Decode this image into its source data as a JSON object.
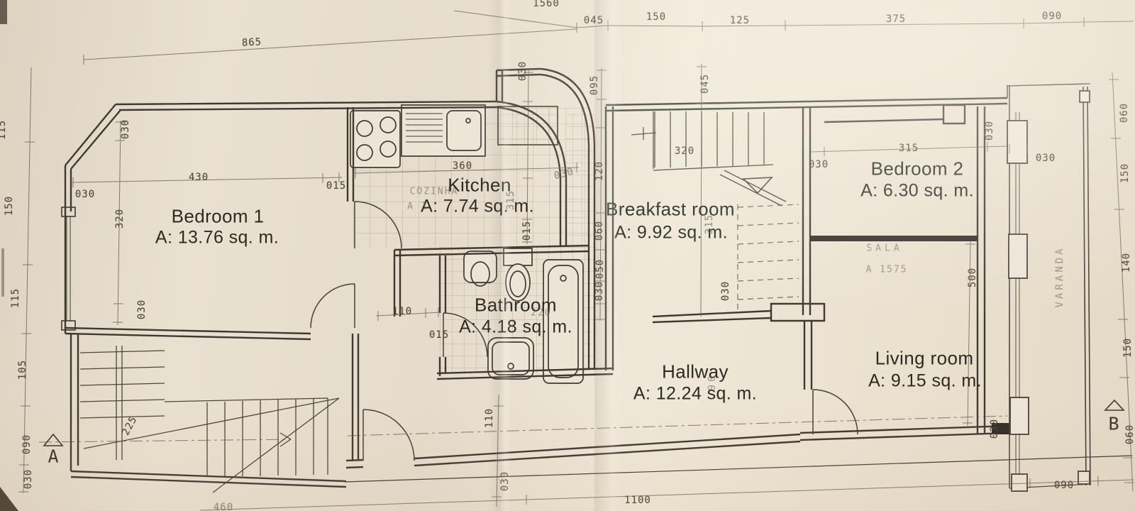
{
  "rooms": [
    {
      "id": "bedroom1",
      "name": "Bedroom 1",
      "area": "A: 13.76 sq. m."
    },
    {
      "id": "kitchen",
      "name": "Kitchen",
      "area": "A: 7.74 sq. m."
    },
    {
      "id": "bathroom",
      "name": "Bathroom",
      "area": "A: 4.18 sq. m."
    },
    {
      "id": "breakfast",
      "name": "Breakfast room",
      "area": "A: 9.92 sq. m."
    },
    {
      "id": "bedroom2",
      "name": "Bedroom 2",
      "area": "A: 6.30 sq. m."
    },
    {
      "id": "living",
      "name": "Living room",
      "area": "A: 9.15 sq. m."
    },
    {
      "id": "hallway",
      "name": "Hallway",
      "area": "A: 12.24 sq. m."
    }
  ],
  "underlay_labels": {
    "kitchen": "COZINHA",
    "kitchen_area": "A 1",
    "living_room": "SALA",
    "living_room_area": "A 1575",
    "balcony": "VARANDA",
    "bath_width": "220",
    "hall_width": "90",
    "stair_run": "225"
  },
  "section_markers": {
    "left": "A",
    "right": "B"
  },
  "dims": {
    "v1560": "1560",
    "v865": "865",
    "v045": "045",
    "v150": "150",
    "v125": "125",
    "v375": "375",
    "v090": "090",
    "v115": "115",
    "v105": "105",
    "v030": "030",
    "v430": "430",
    "v015": "015",
    "v320": "320",
    "v360": "360",
    "v315": "315",
    "v095": "095",
    "v120": "120",
    "v060": "060",
    "v050": "050",
    "v110": "110",
    "v500": "500",
    "v1100": "1100",
    "v140": "140",
    "v460": "460"
  }
}
